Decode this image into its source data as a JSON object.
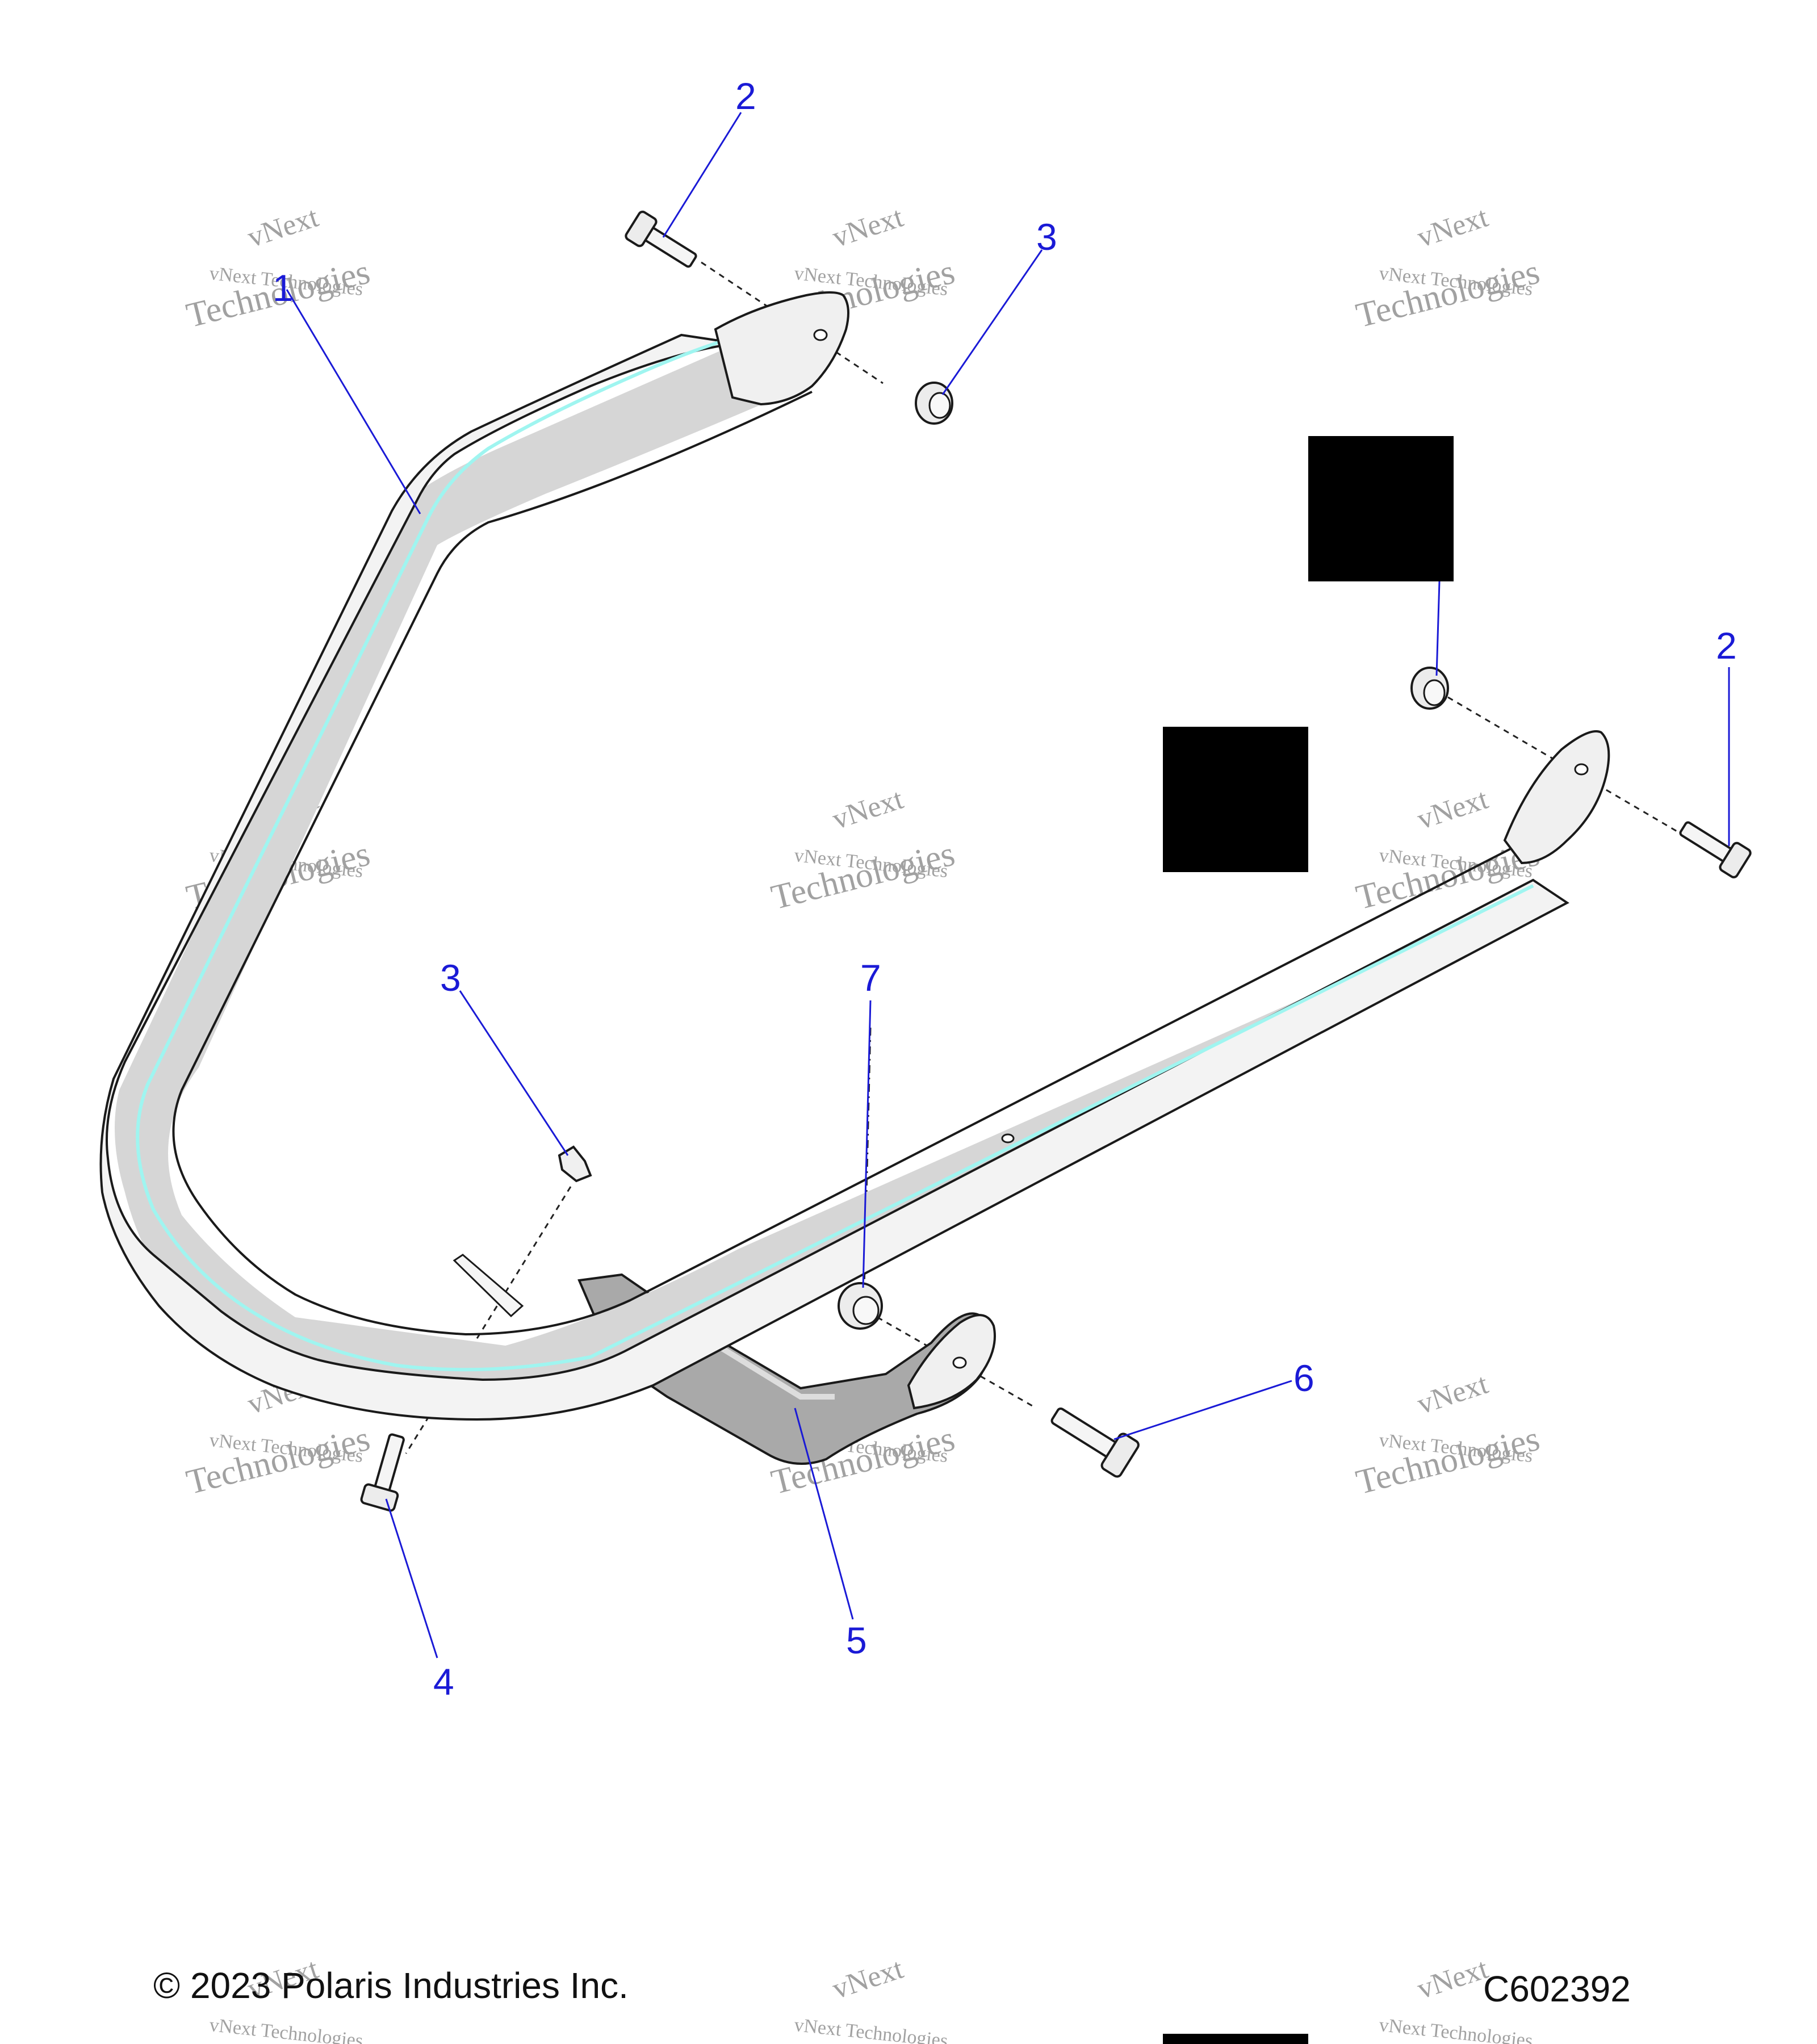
{
  "callouts": [
    {
      "id": "c1",
      "label": "1"
    },
    {
      "id": "c2a",
      "label": "2"
    },
    {
      "id": "c3a",
      "label": "3"
    },
    {
      "id": "c2b",
      "label": "2"
    },
    {
      "id": "c3b",
      "label": "3"
    },
    {
      "id": "c7",
      "label": "7"
    },
    {
      "id": "c6",
      "label": "6"
    },
    {
      "id": "c5",
      "label": "5"
    },
    {
      "id": "c4",
      "label": "4"
    }
  ],
  "footer": {
    "copyright": "© 2023 Polaris Industries Inc.",
    "diagram_code": "C602392"
  },
  "watermark": {
    "line1": "vNext",
    "line2": "vNext Technologies",
    "line3": "Technologies"
  },
  "colors": {
    "callout": "#1a1ad6",
    "part_fill": "#f2f2f2",
    "part_shade": "#b8b8b8",
    "highlight": "#9ff5f0",
    "outline": "#1a1a1a",
    "redaction": "#000000"
  }
}
